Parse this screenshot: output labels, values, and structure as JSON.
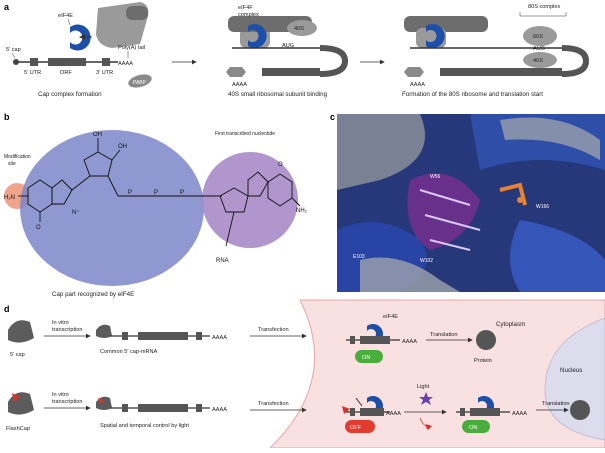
{
  "panel_a": {
    "label": "a",
    "eif4e": "eIF4E",
    "five_cap": "5′ cap",
    "five_utr": "5′ UTR",
    "orf": "ORF",
    "three_utr": "3′ UTR",
    "aaaa": "AAAA",
    "polya": "Poly(A) tail",
    "pabp": "PABP",
    "step1_caption": "Cap complex formation",
    "eif4f_line1": "eIF4F",
    "eif4f_line2": "complex",
    "forty_s": "40S",
    "sixty_s": "60S",
    "aug": "AUG",
    "step2_caption": "40S small ribosomal subunit binding",
    "eighty_s_complex": "80S complex",
    "step3_caption": "Formation of the 80S ribosome and translation start"
  },
  "panel_b": {
    "label": "b",
    "mod_site_1": "Modification",
    "mod_site_2": "site",
    "first_nucleotide": "First transcribed nucleotide",
    "cap_part": "Cap part recognized by eIF4E",
    "h2n": "H₂N",
    "nh2": "NH₂",
    "o": "O",
    "oh": "OH",
    "n_plus": "N⁺",
    "p": "P",
    "rna": "RNA"
  },
  "panel_c": {
    "label": "c",
    "w56": "W56",
    "w166": "W166",
    "e103": "E103",
    "w102": "W102"
  },
  "panel_d": {
    "label": "d",
    "five_cap": "5′ cap",
    "flashcap": "FlashCap",
    "ivt_1": "In vitro",
    "ivt_2": "transcription",
    "aaaa": "AAAA",
    "common_mrna": "Common 5′ cap-mRNA",
    "spatial_control": "Spatial and temporal control by light",
    "transfection": "Transfection",
    "eif4e": "eIF4E",
    "on": "ON",
    "off": "OFF",
    "translation": "Translation",
    "protein": "Protein",
    "light": "Light",
    "cytoplasm": "Cytoplasm",
    "nucleus": "Nucleus"
  }
}
